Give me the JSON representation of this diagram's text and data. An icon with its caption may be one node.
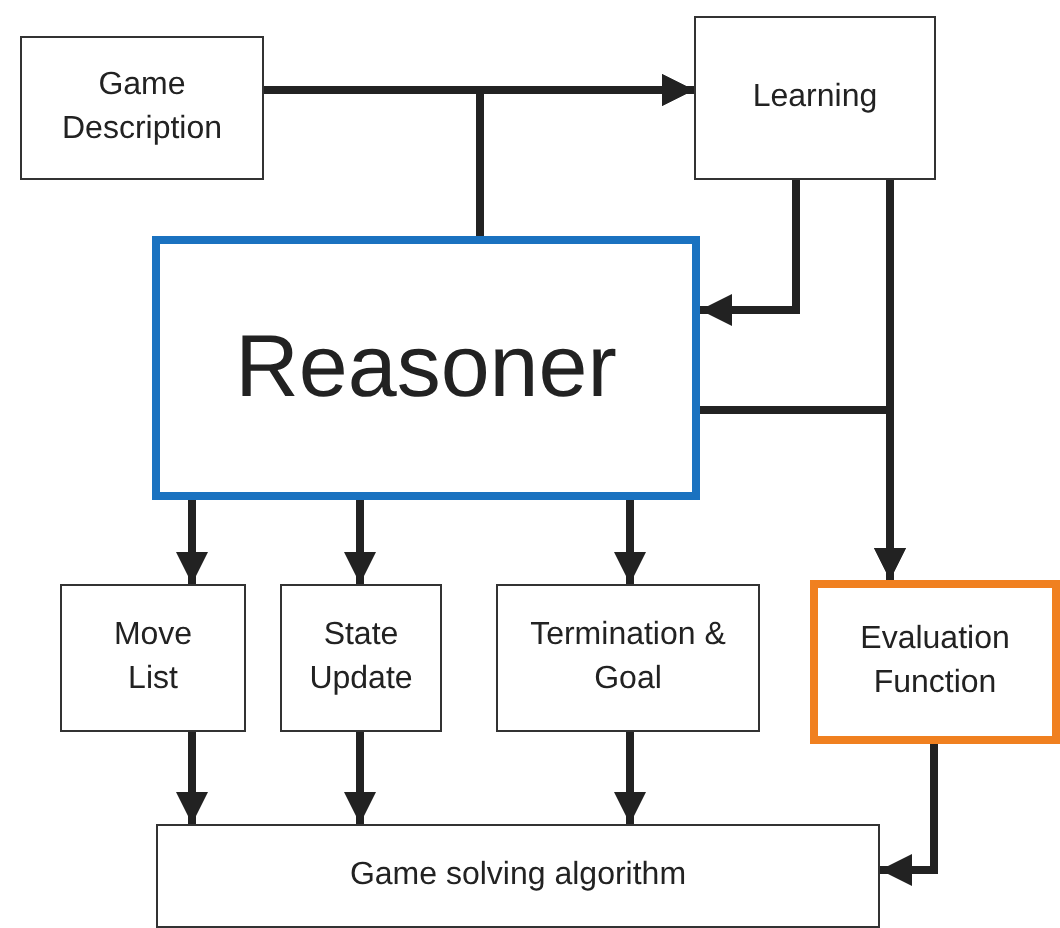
{
  "diagram": {
    "nodes": [
      {
        "text": [
          "Game Description"
        ]
      },
      {
        "text": [
          "Learning"
        ]
      },
      {
        "text": [
          "Reasoner"
        ]
      },
      {
        "text": [
          "Move List"
        ]
      },
      {
        "text": [
          "State Update"
        ]
      },
      {
        "text": [
          "Termination & Goal"
        ]
      },
      {
        "text": [
          "Evaluation Function"
        ]
      },
      {
        "text": [
          "Game solving algorithm"
        ]
      }
    ],
    "edges": [
      {
        "from": 0,
        "to": 1,
        "arrow": "to"
      },
      {
        "from": 2,
        "to": 1,
        "arrow": "to"
      },
      {
        "from": 1,
        "to": 2,
        "arrow": "to"
      },
      {
        "from": 1,
        "to": 6,
        "arrow": "to"
      },
      {
        "from": 2,
        "to": 6,
        "arrow": "to"
      },
      {
        "from": 2,
        "to": 3,
        "arrow": "to"
      },
      {
        "from": 2,
        "to": 4,
        "arrow": "to"
      },
      {
        "from": 2,
        "to": 5,
        "arrow": "to"
      },
      {
        "from": 3,
        "to": 7,
        "arrow": "to"
      },
      {
        "from": 4,
        "to": 7,
        "arrow": "to"
      },
      {
        "from": 5,
        "to": 7,
        "arrow": "to"
      },
      {
        "from": 6,
        "to": 7,
        "arrow": "to"
      }
    ]
  }
}
